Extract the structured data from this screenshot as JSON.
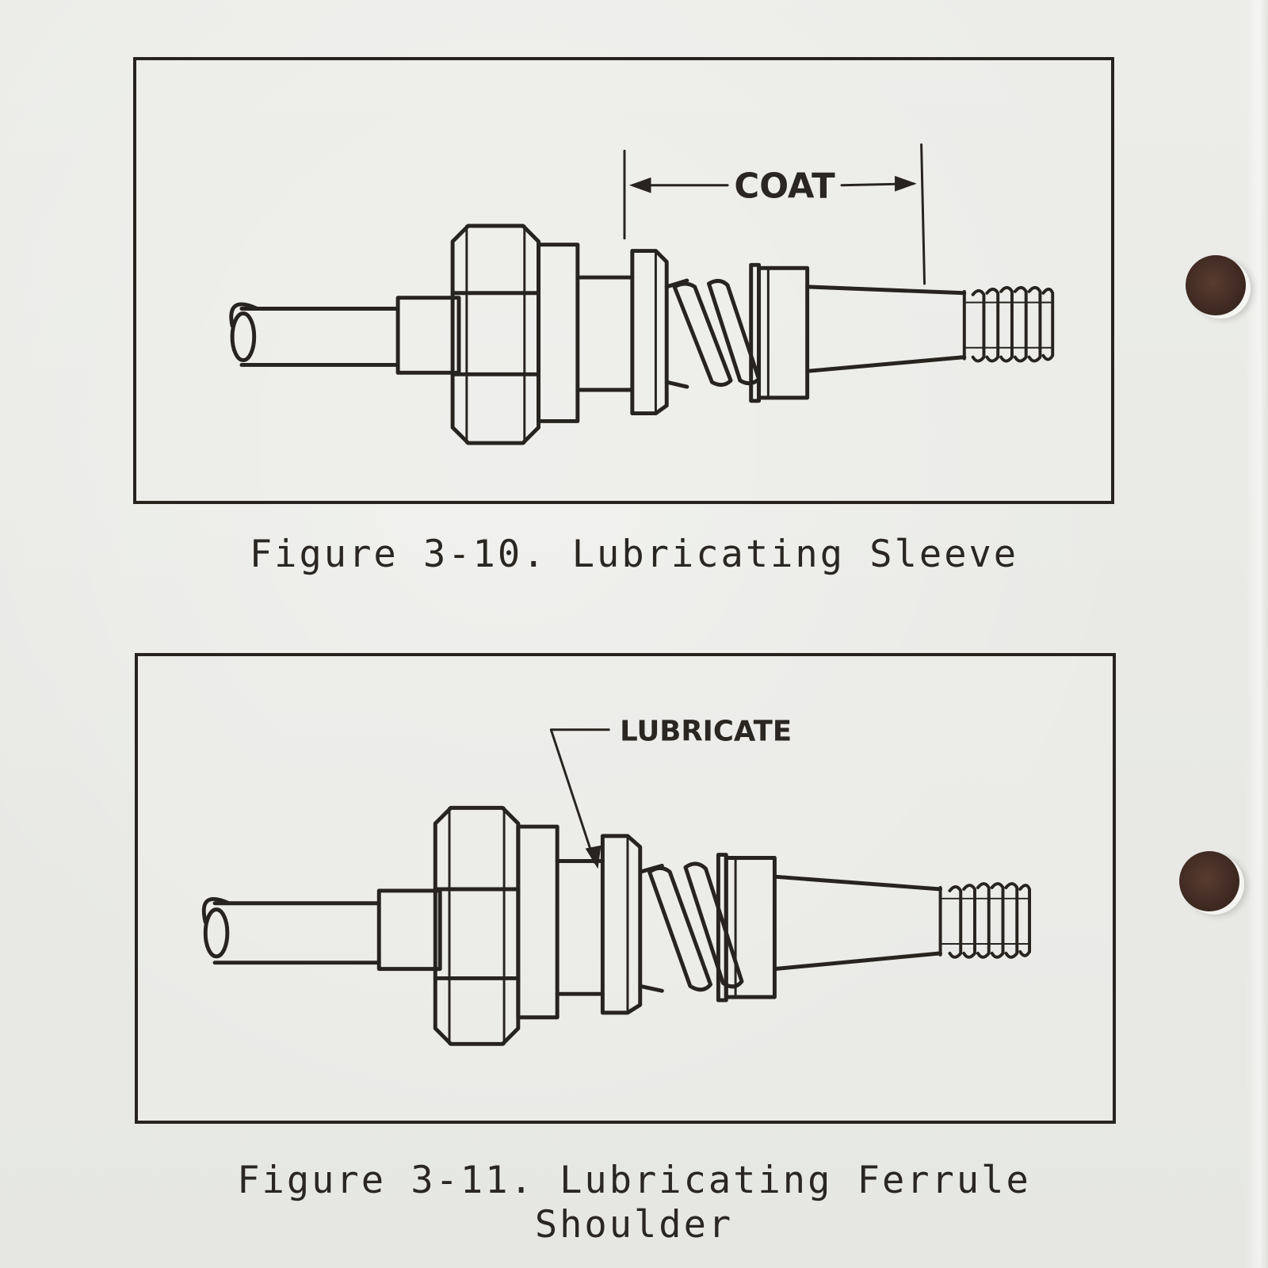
{
  "figures": [
    {
      "callout": "COAT",
      "caption": "Figure 3-10. Lubricating Sleeve"
    },
    {
      "callout": "LUBRICATE",
      "caption_line1": "Figure 3-11. Lubricating Ferrule",
      "caption_line2": "Shoulder"
    }
  ],
  "colors": {
    "ink": "#272420",
    "paper": "#e9eae6",
    "hole": "#3f2a22"
  }
}
